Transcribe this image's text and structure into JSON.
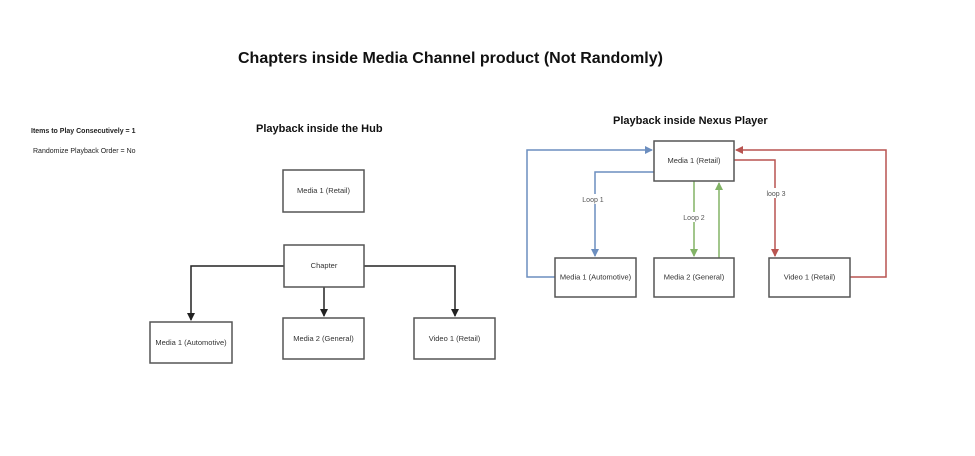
{
  "title": "Chapters inside Media Channel product (Not Randomly)",
  "settings": {
    "items_consecutive": "Items to Play Consecutively = 1",
    "randomize": "Randomize Playback Order = No"
  },
  "hub": {
    "heading": "Playback inside the Hub",
    "standalone": "Media 1 (Retail)",
    "chapter": "Chapter",
    "children": [
      "Media 1 (Automotive)",
      "Media 2 (General)",
      "Video 1 (Retail)"
    ]
  },
  "nexus": {
    "heading": "Playback inside Nexus Player",
    "root": "Media 1 (Retail)",
    "children": [
      "Media 1 (Automotive)",
      "Media 2 (General)",
      "Video 1 (Retail)"
    ],
    "loops": [
      {
        "label": "Loop 1",
        "color": "#6c8ebf"
      },
      {
        "label": "Loop 2",
        "color": "#82b366"
      },
      {
        "label": "loop 3",
        "color": "#b85450"
      }
    ]
  },
  "colors": {
    "hub_arrow": "#222222",
    "box_border": "#555555"
  }
}
